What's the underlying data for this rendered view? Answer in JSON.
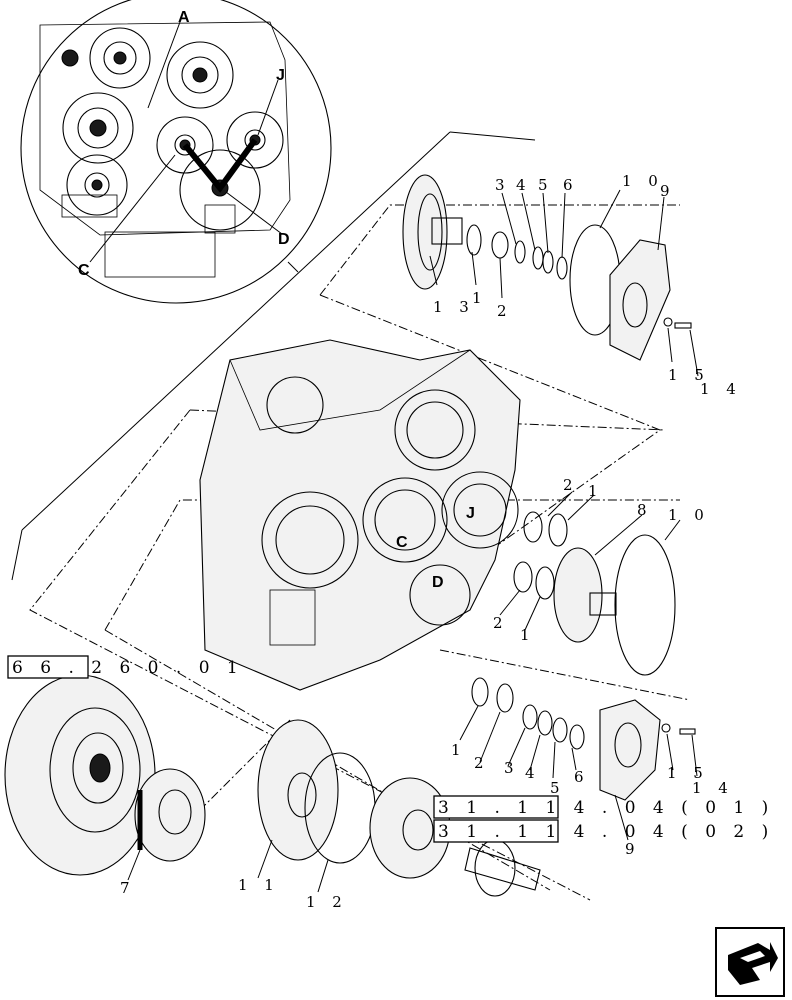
{
  "callouts": {
    "A": "A",
    "J_top": "J",
    "C_top": "C",
    "D_top": "D",
    "J_case": "J",
    "C_case": "C",
    "D_case": "D"
  },
  "part_labels": {
    "p13_top": "1 3",
    "p1_top": "1",
    "p2_top": "2",
    "p3_top": "3",
    "p4_top": "4",
    "p5_top": "5",
    "p6_top": "6",
    "p10_top": "1 0",
    "p9_top": "9",
    "p15_top": "1 5",
    "p14_top": "1 4",
    "p2_mid_a": "2",
    "p1_mid_a": "1",
    "p8": "8",
    "p10_mid": "1 0",
    "p2_mid_b": "2",
    "p1_mid_b": "1",
    "p1_bot": "1",
    "p2_bot": "2",
    "p3_bot": "3",
    "p4_bot": "4",
    "p5_bot": "5",
    "p6_bot": "6",
    "p15_bot": "1 5",
    "p14_bot": "1 4",
    "p9_bot": "9",
    "p7": "7",
    "p11": "1 1",
    "p12": "1 2"
  },
  "references": {
    "ref_left": "6 6 . 2 6 0 . 0 1",
    "ref_1": "3 1 . 1 1 4 . 0 4 ( 0 1 )",
    "ref_2": "3 1 . 1 1 4 . 0 4 ( 0 2 )"
  },
  "nav": {
    "icon": "back-navigation-arrow-icon"
  }
}
